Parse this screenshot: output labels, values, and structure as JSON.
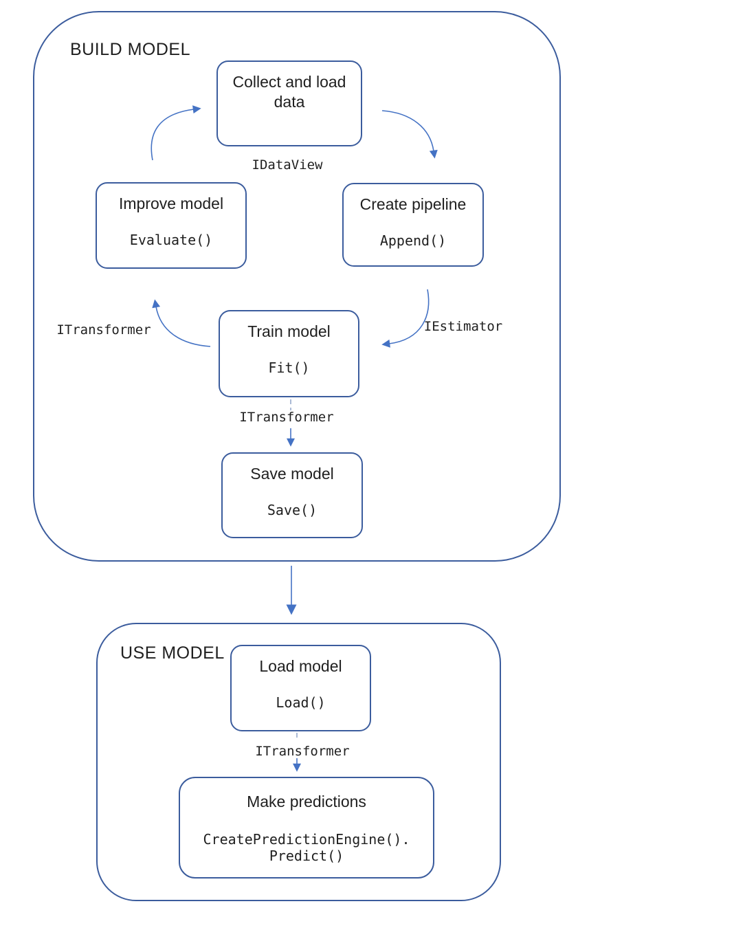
{
  "build": {
    "label": "BUILD MODEL",
    "nodes": {
      "collect": {
        "title": "Collect and load data"
      },
      "create": {
        "title": "Create pipeline",
        "code": "Append()"
      },
      "improve": {
        "title": "Improve model",
        "code": "Evaluate()"
      },
      "train": {
        "title": "Train model",
        "code": "Fit()"
      },
      "save": {
        "title": "Save model",
        "code": "Save()"
      }
    },
    "edge_labels": {
      "idataview": "IDataView",
      "iestimator": "IEstimator",
      "itransformer_feedback": "ITransformer",
      "itransformer_to_save": "ITransformer"
    }
  },
  "use": {
    "label": "USE MODEL",
    "nodes": {
      "load": {
        "title": "Load model",
        "code": "Load()"
      },
      "predict": {
        "title": "Make predictions",
        "code_line1": "CreatePredictionEngine().",
        "code_line2": "Predict()"
      }
    },
    "edge_labels": {
      "itransformer": "ITransformer"
    }
  },
  "colors": {
    "outline": "#3b5c9d",
    "arrow": "#4472c4",
    "dash_connector": "#8fa3c8",
    "text": "#1f1f1f",
    "background": "#ffffff"
  }
}
